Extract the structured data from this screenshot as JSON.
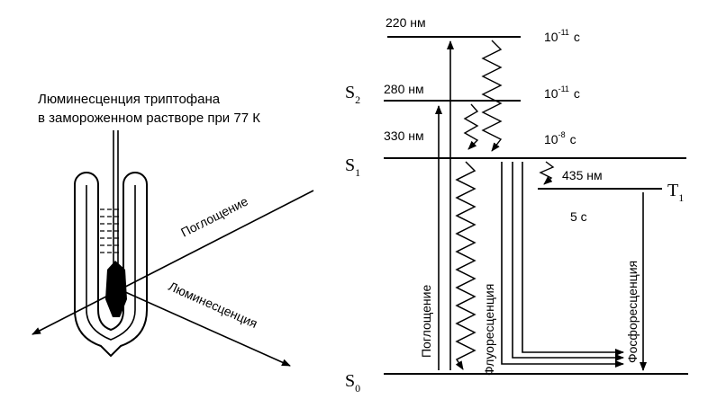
{
  "left_panel": {
    "caption_line1": "Люминесценция триптофана",
    "caption_line2": "в замороженном растворе при 77 К",
    "beam_absorption_label": "Поглощение",
    "beam_luminescence_label": "Люминесценция"
  },
  "right_panel": {
    "levels": {
      "s0": {
        "label": "S",
        "sub": "0"
      },
      "s1": {
        "label": "S",
        "sub": "1"
      },
      "s2": {
        "label": "S",
        "sub": "2"
      },
      "t1": {
        "label": "T",
        "sub": "1"
      }
    },
    "wavelengths": {
      "w220": "220 нм",
      "w280": "280 нм",
      "w330": "330 нм",
      "w435": "435 нм"
    },
    "lifetimes": {
      "top": {
        "base": "10",
        "exp": "-11",
        "unit": "с"
      },
      "s2": {
        "base": "10",
        "exp": "-11",
        "unit": "с"
      },
      "s1": {
        "base": "10",
        "exp": "-8",
        "unit": "с"
      },
      "t1": "5 с"
    },
    "transitions": {
      "absorption": "Поглощение",
      "fluorescence": "Флуоресценция",
      "phosphorescence": "Фосфоресценция"
    }
  }
}
